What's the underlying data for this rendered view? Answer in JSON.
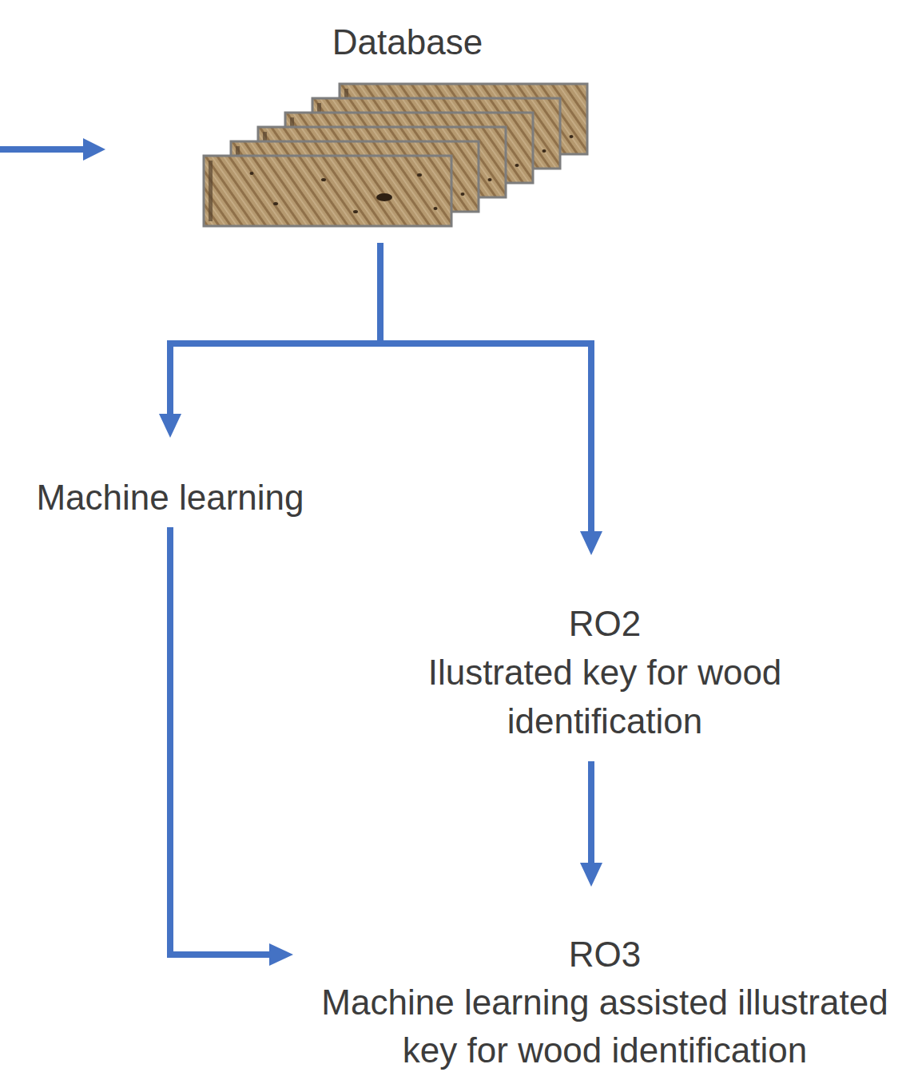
{
  "diagram": {
    "nodes": [
      {
        "text": [
          "Database"
        ]
      },
      {
        "text": [
          "Machine learning"
        ]
      },
      {
        "text": [
          "RO2",
          "Ilustrated key for wood identification"
        ]
      },
      {
        "text": [
          "RO3",
          "Machine learning assisted illustrated key for wood identification"
        ]
      }
    ],
    "edges": [
      {
        "from": 0,
        "to": 1,
        "arrow": "to"
      },
      {
        "from": 0,
        "to": 2,
        "arrow": "to"
      },
      {
        "from": 1,
        "to": 3,
        "arrow": "to"
      },
      {
        "from": 2,
        "to": 3,
        "arrow": "to"
      }
    ]
  }
}
